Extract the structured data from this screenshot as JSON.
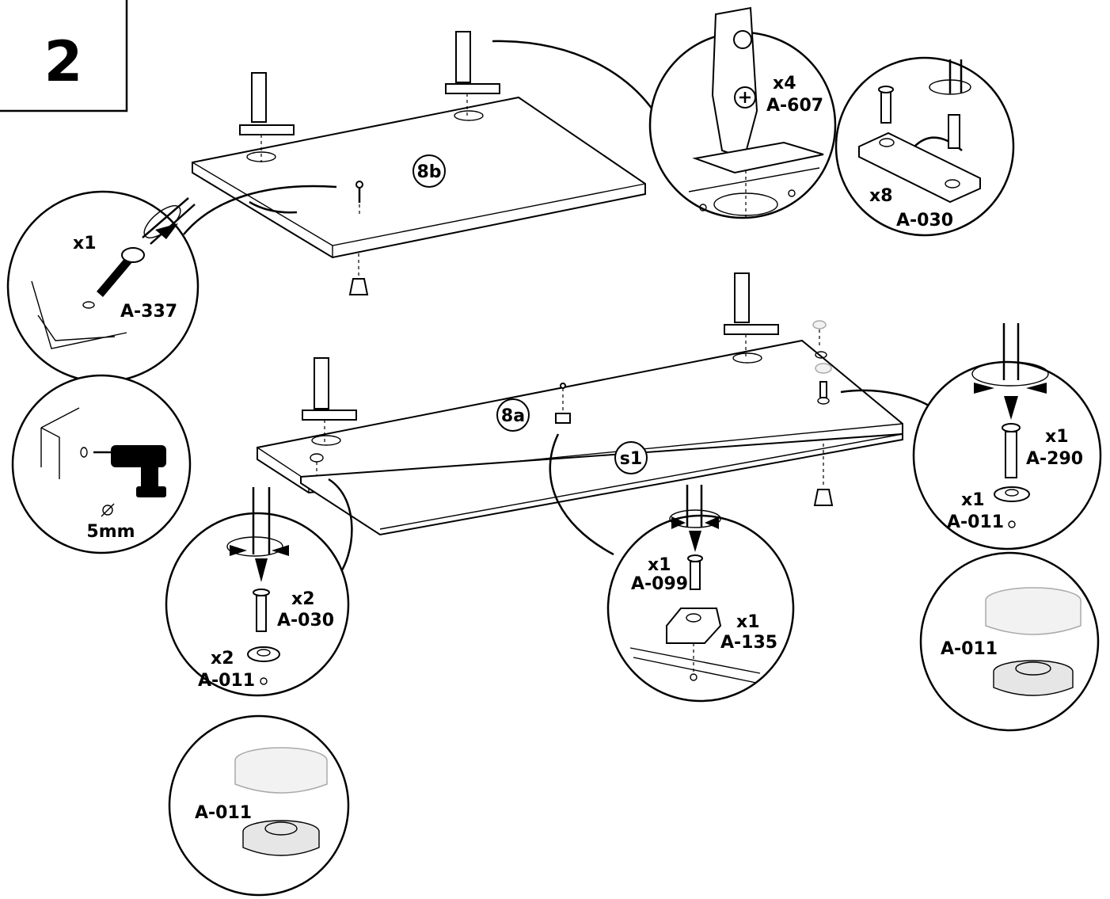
{
  "step": {
    "number": "2"
  },
  "panels": {
    "top": "8b",
    "middle": "8a",
    "bottom": "s1"
  },
  "callouts": {
    "hinge": {
      "qty": "x4",
      "part": "A-607"
    },
    "plate_screws": {
      "qty": "x8",
      "part": "A-030"
    },
    "door_screw": {
      "qty": "x1",
      "part": "A-337"
    },
    "drill": {
      "size": "5mm"
    },
    "left_screw": {
      "qty": "x2",
      "part": "A-030"
    },
    "left_cap": {
      "qty": "x2",
      "part": "A-011"
    },
    "left_cap_detail": {
      "part": "A-011"
    },
    "center_screw": {
      "qty": "x1",
      "part": "A-099"
    },
    "center_block": {
      "qty": "x1",
      "part": "A-135"
    },
    "right_screw": {
      "qty": "x1",
      "part": "A-290"
    },
    "right_cap": {
      "qty": "x1",
      "part": "A-011"
    },
    "right_cap_detail": {
      "part": "A-011"
    }
  }
}
